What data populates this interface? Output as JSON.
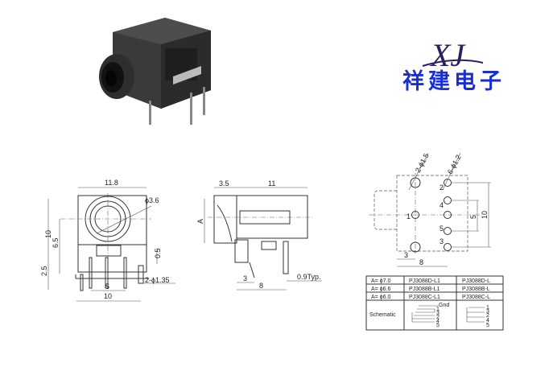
{
  "logo": {
    "monogram": "XJ",
    "company_name": "祥建电子"
  },
  "front_view": {
    "width_label": "11.8",
    "bore_label": "ϕ3.6",
    "height_label": "10",
    "center_height_label": "6.5",
    "pin_length_label": "2.5",
    "offset_label": "0.5",
    "pin_hole_label": "2-ϕ1.35",
    "pin_spacing_label": "5",
    "pin_span_label": "10"
  },
  "side_view": {
    "front_depth_label": "3.5",
    "body_length_label": "11",
    "a_label": "A",
    "pin_offset_label": "3",
    "pin_span_label": "8",
    "pin_width_label": "0.9Typ."
  },
  "pcb_layout": {
    "large_hole_label": "2-ϕ1.5",
    "small_hole_label": "6-ϕ1.2",
    "pin_numbers": [
      "1",
      "2",
      "3",
      "4",
      "5"
    ],
    "height_label": "10",
    "inner_height_label": "5",
    "offset_label": "3",
    "width_label": "8"
  },
  "spec_table": {
    "rows": [
      {
        "a": "A= ϕ7.0",
        "model1": "PJ3088D-L1",
        "model2": "PJ3088D-L"
      },
      {
        "a": "A= ϕ6.6",
        "model1": "PJ3088B-L1",
        "model2": "PJ3088B-L"
      },
      {
        "a": "A= ϕ6.0",
        "model1": "PJ3088C-L1",
        "model2": "PJ3088C-L"
      }
    ],
    "schematic_label": "Schematic",
    "schematic1_pins": [
      "Gnd",
      "1",
      "3",
      "2",
      "4",
      "5"
    ],
    "schematic2_pins": [
      "1",
      "3",
      "2",
      "4",
      "5"
    ]
  }
}
